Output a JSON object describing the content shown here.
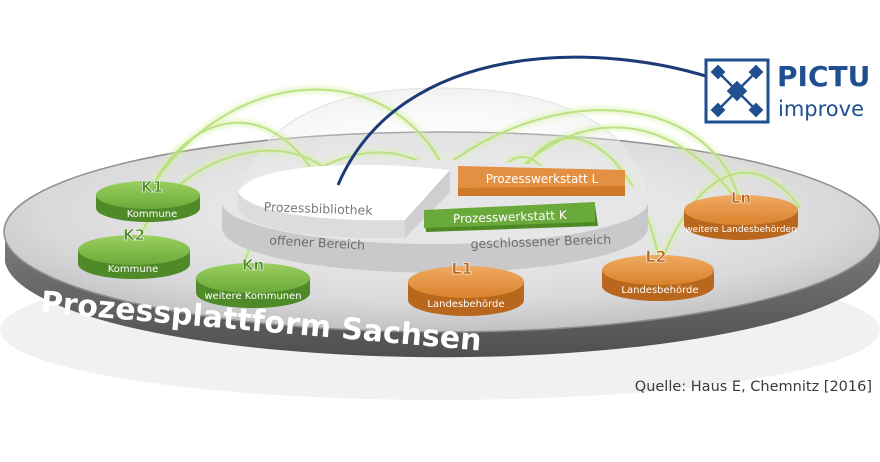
{
  "platform_title": "Prozessplattform Sachsen",
  "library": {
    "title": "Prozessbibliothek",
    "open_area": "offener Bereich",
    "closed_area": "geschlossener Bereich"
  },
  "workshops": {
    "l": "Prozesswerkstatt L",
    "k": "Prozesswerkstatt K"
  },
  "nodes": {
    "k1": {
      "tag": "K1",
      "label": "Kommune"
    },
    "k2": {
      "tag": "K2",
      "label": "Kommune"
    },
    "kn": {
      "tag": "Kn",
      "label": "weitere Kommunen"
    },
    "l1": {
      "tag": "L1",
      "label": "Landesbehörde"
    },
    "l2": {
      "tag": "L2",
      "label": "Landesbehörde"
    },
    "ln": {
      "tag": "Ln",
      "label": "weitere Landesbehörden"
    }
  },
  "logo": {
    "name": "PICTU",
    "tagline": "improve",
    "icon": "network-hub-icon"
  },
  "source_note": "Quelle: Haus E, Chemnitz [2016]",
  "colors": {
    "green": "#6aaa3a",
    "green_light": "#8cc355",
    "orange": "#d9822b",
    "orange_light": "#eba25a",
    "platform_gray": "#6b6b6d",
    "logo_blue": "#1f4f8f",
    "arc_navy": "#1d3a78"
  }
}
